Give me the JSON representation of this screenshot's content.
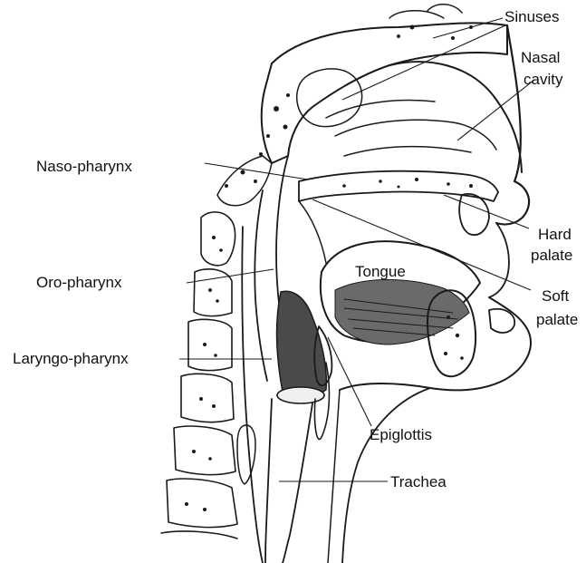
{
  "labels": {
    "sinuses": "Sinuses",
    "nasal_cavity_1": "Nasal",
    "nasal_cavity_2": "cavity",
    "naso_pharynx": "Naso-pharynx",
    "hard_palate_1": "Hard",
    "hard_palate_2": "palate",
    "oro_pharynx": "Oro-pharynx",
    "tongue": "Tongue",
    "soft_palate_1": "Soft",
    "soft_palate_2": "palate",
    "laryngo_pharynx": "Laryngo-pharynx",
    "epiglottis": "Epiglottis",
    "trachea": "Trachea"
  },
  "colors": {
    "ink": "#1a1a1a",
    "background": "#ffffff",
    "bone_fill": "#e8e8e8",
    "muscle_fill": "#555555"
  }
}
